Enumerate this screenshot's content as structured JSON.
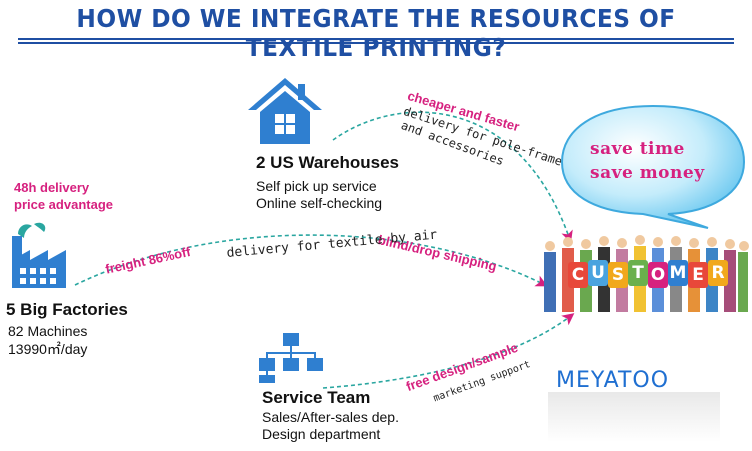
{
  "title": "HOW DO WE INTEGRATE THE RESOURCES OF TEXTILE PRINTING?",
  "nodes": {
    "warehouses": {
      "title": "2 US Warehouses",
      "lines": [
        "Self pick up service",
        "Online self-checking"
      ]
    },
    "factories": {
      "title": "5 Big Factories",
      "lines": [
        "82 Machines",
        "13990㎡/day"
      ],
      "badge_lines": [
        "48h delivery",
        "price advantage"
      ]
    },
    "service": {
      "title": "Service Team",
      "lines": [
        "Sales/After-sales dep.",
        "Design department"
      ]
    }
  },
  "flows": {
    "warehouse_pink": "cheaper and faster",
    "warehouse_dark": [
      "delivery for pole-frames",
      "and accessories"
    ],
    "factory_pink_left": "freight  86%off",
    "factory_pink_right": "blind/drop shipping",
    "factory_dark": "delivery for textile by air",
    "service_pink": "free design/sample",
    "service_dark": "marketing support"
  },
  "bubble": {
    "line1": "save time",
    "line2": "save money"
  },
  "customer_letters": [
    "C",
    "U",
    "S",
    "T",
    "O",
    "M",
    "E",
    "R"
  ],
  "brand": "MEYATOO",
  "colors": {
    "title_blue": "#1f4fa3",
    "icon_blue": "#2f7fd0",
    "pink": "#d6217f",
    "dashed_teal": "#2aa6a0",
    "bubble_fill": "#7fd0f5"
  },
  "icons": {
    "house": "house-icon",
    "factory": "factory-icon",
    "org": "org-chart-icon"
  }
}
